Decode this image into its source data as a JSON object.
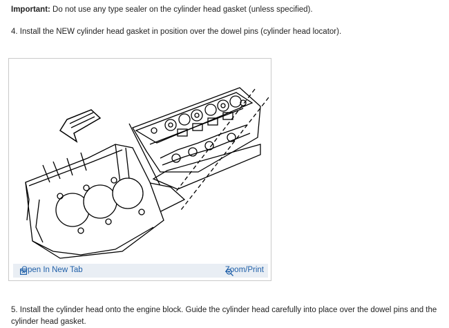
{
  "instructions": {
    "important_label": "Important:",
    "important_text": " Do not use any type sealer on the cylinder head gasket (unless specified).",
    "step4": "4. Install the NEW cylinder head gasket in position over the dowel pins (cylinder head locator).",
    "step5": "5. Install the cylinder head onto the engine block. Guide the cylinder head carefully into place over the dowel pins and the cylinder head gasket."
  },
  "figure": {
    "open_tab_label": "Open In New Tab",
    "zoom_label": "Zoom/Print",
    "image_icon": "engine-cylinder-head-diagram"
  },
  "colors": {
    "link": "#1f5fa8",
    "toolbar_bg": "#e9eef4",
    "border": "#c9c9c9"
  }
}
